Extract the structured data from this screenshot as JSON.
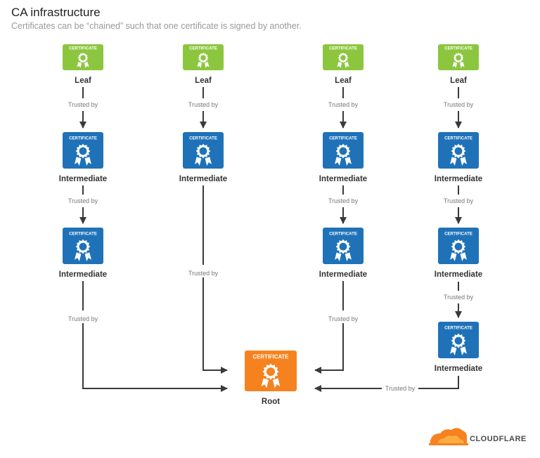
{
  "header": {
    "title": "CA infrastructure",
    "subtitle": "Certificates can be “chained” such that one certificate is signed by another."
  },
  "colors": {
    "leaf": "#8cc63f",
    "intermediate": "#1f72b8",
    "root": "#f6821f",
    "arrow": "#3a3a3a"
  },
  "certificate_text": "CERTIFICATE",
  "labels": {
    "leaf": "Leaf",
    "intermediate": "Intermediate",
    "root": "Root",
    "trusted_by": "Trusted by"
  },
  "chains": [
    {
      "nodes": [
        "Leaf",
        "Intermediate",
        "Intermediate"
      ],
      "ends_at": "Root"
    },
    {
      "nodes": [
        "Leaf",
        "Intermediate"
      ],
      "ends_at": "Root"
    },
    {
      "nodes": [
        "Leaf",
        "Intermediate",
        "Intermediate"
      ],
      "ends_at": "Root"
    },
    {
      "nodes": [
        "Leaf",
        "Intermediate",
        "Intermediate",
        "Intermediate"
      ],
      "ends_at": "Root"
    }
  ],
  "logo": {
    "name": "cloudflare-logo",
    "text": "CLOUDFLARE"
  }
}
